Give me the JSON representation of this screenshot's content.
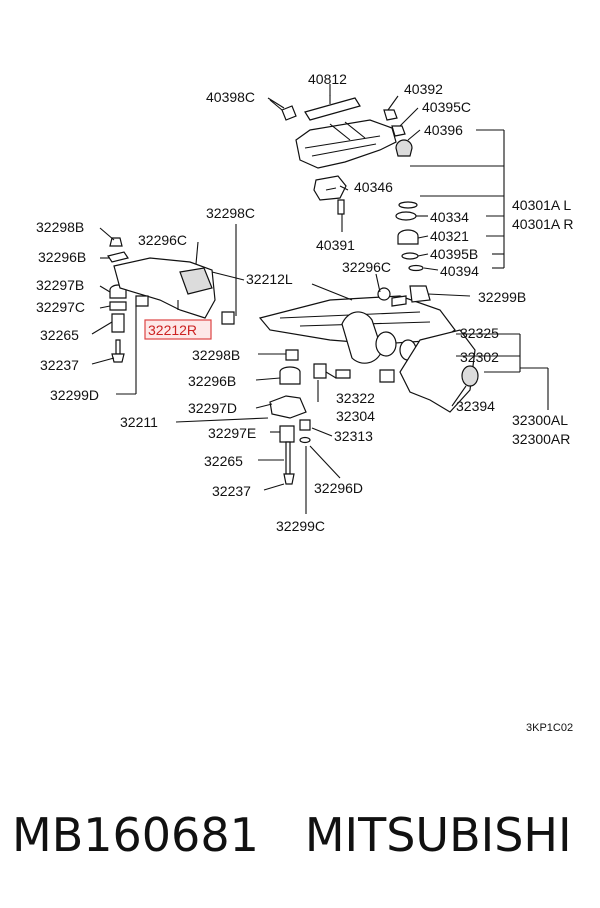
{
  "diagram": {
    "labels": {
      "l_40812": "40812",
      "l_40398C": "40398C",
      "l_40392": "40392",
      "l_40395C": "40395C",
      "l_40396": "40396",
      "l_40346": "40346",
      "l_40301AL": "40301A L",
      "l_40301AR": "40301A R",
      "l_40334": "40334",
      "l_40321": "40321",
      "l_40395B": "40395B",
      "l_40394": "40394",
      "l_40391": "40391",
      "l_32298B_top": "32298B",
      "l_32298C": "32298C",
      "l_32296C_left": "32296C",
      "l_32296B_top": "32296B",
      "l_32297B": "32297B",
      "l_32297C": "32297C",
      "l_32265_top": "32265",
      "l_32237_top": "32237",
      "l_32299D": "32299D",
      "l_32212L": "32212L",
      "l_32212R": "32212R",
      "l_32296C_right": "32296C",
      "l_32299B": "32299B",
      "l_32325": "32325",
      "l_32302": "32302",
      "l_32394": "32394",
      "l_32300AL": "32300AL",
      "l_32300AR": "32300AR",
      "l_32298B_mid": "32298B",
      "l_32296B_mid": "32296B",
      "l_32297D": "32297D",
      "l_32211": "32211",
      "l_32322": "32322",
      "l_32304": "32304",
      "l_32297E": "32297E",
      "l_32313": "32313",
      "l_32265_bot": "32265",
      "l_32296D": "32296D",
      "l_32237_bot": "32237",
      "l_32299C": "32299C"
    },
    "figure_code": "3KP1C02",
    "highlighted_part": "32212R",
    "highlight_color": "#dd4444"
  },
  "footer": {
    "part_number": "MB160681",
    "brand": "MITSUBISHI"
  }
}
